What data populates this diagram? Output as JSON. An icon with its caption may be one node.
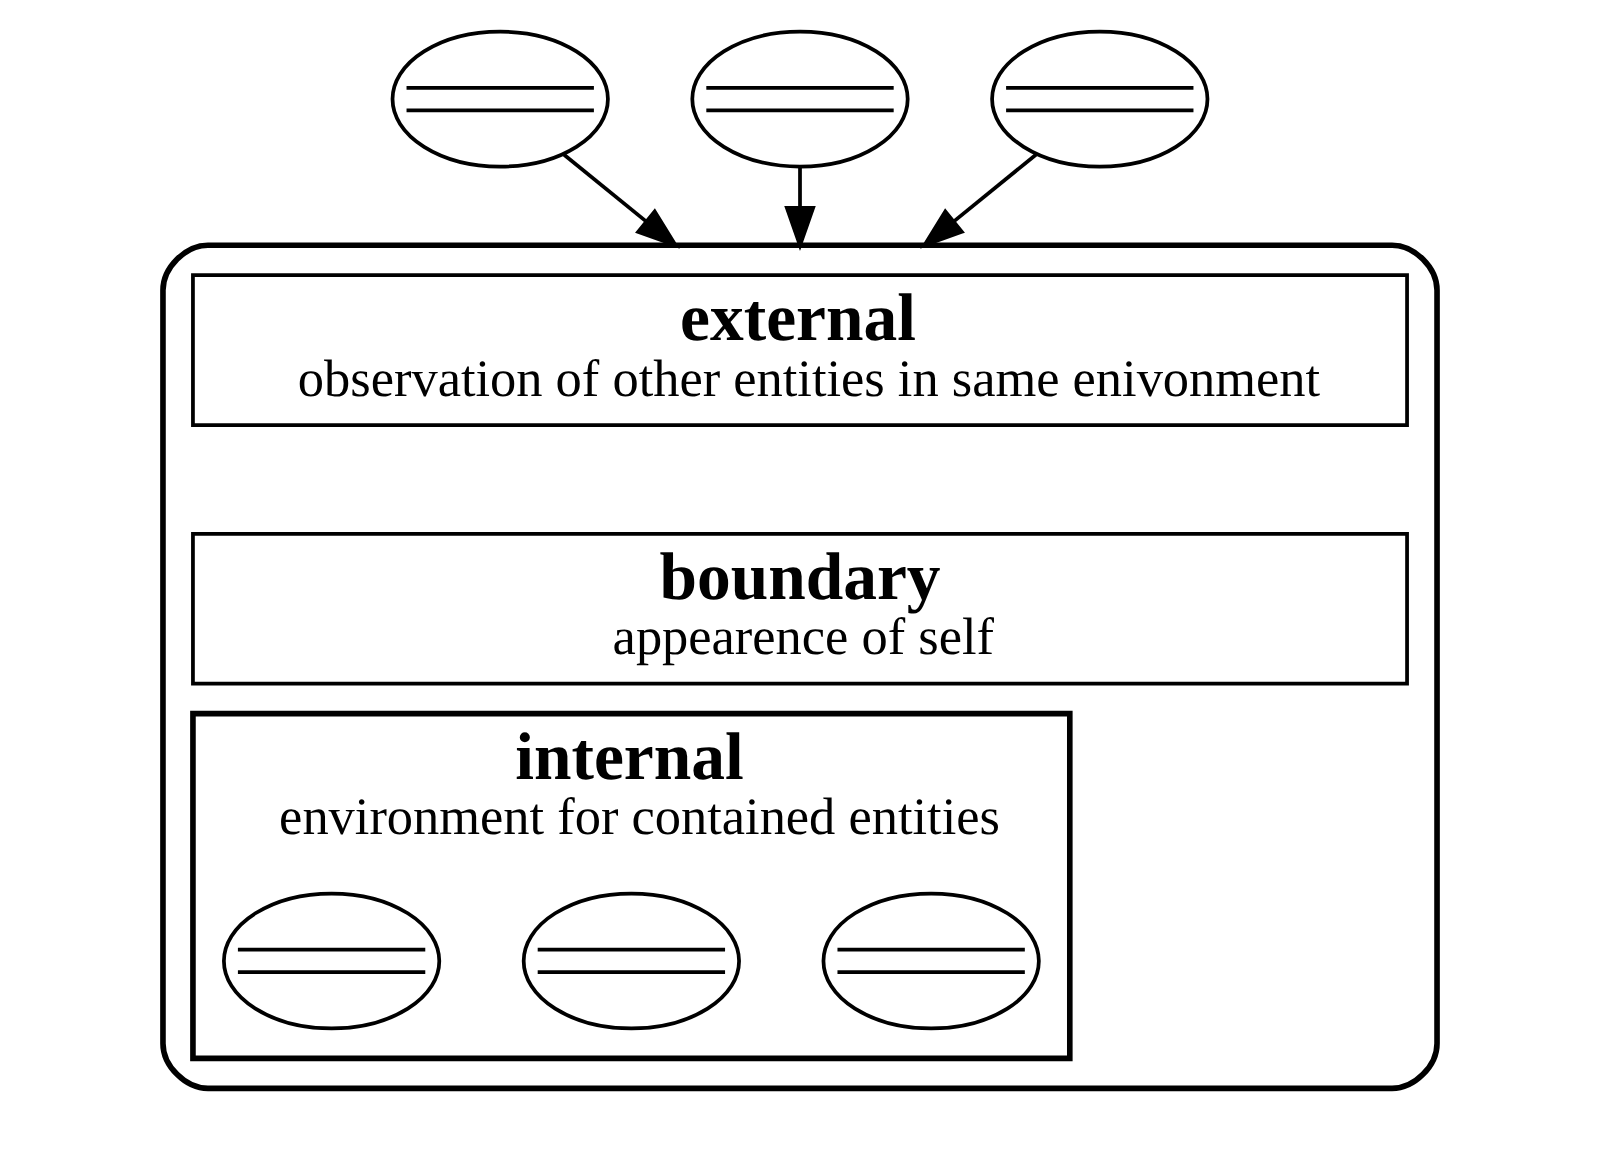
{
  "diagram": {
    "nodes": [
      {
        "text": [],
        "shape": "ellipse"
      },
      {
        "text": [
          "external",
          "observation of other entities in same enivonment"
        ],
        "in": 0
      },
      {
        "text": [
          "boundary",
          "appearence of self"
        ],
        "in": 0
      },
      {
        "text": [
          "internal",
          "environment for contained entities"
        ],
        "in": 0
      },
      {
        "text": [],
        "shape": "ellipse",
        "in": 3
      },
      {
        "text": [],
        "shape": "ellipse",
        "in": 3
      },
      {
        "text": [],
        "shape": "ellipse",
        "in": 3
      },
      {
        "text": [],
        "shape": "ellipse"
      },
      {
        "text": [],
        "shape": "ellipse"
      },
      {
        "text": [],
        "shape": "ellipse"
      }
    ],
    "edges": [
      {
        "from": 7,
        "to": 0,
        "arrow": "to"
      },
      {
        "from": 8,
        "to": 0,
        "arrow": "to"
      },
      {
        "from": 9,
        "to": 0,
        "arrow": "to"
      }
    ]
  }
}
